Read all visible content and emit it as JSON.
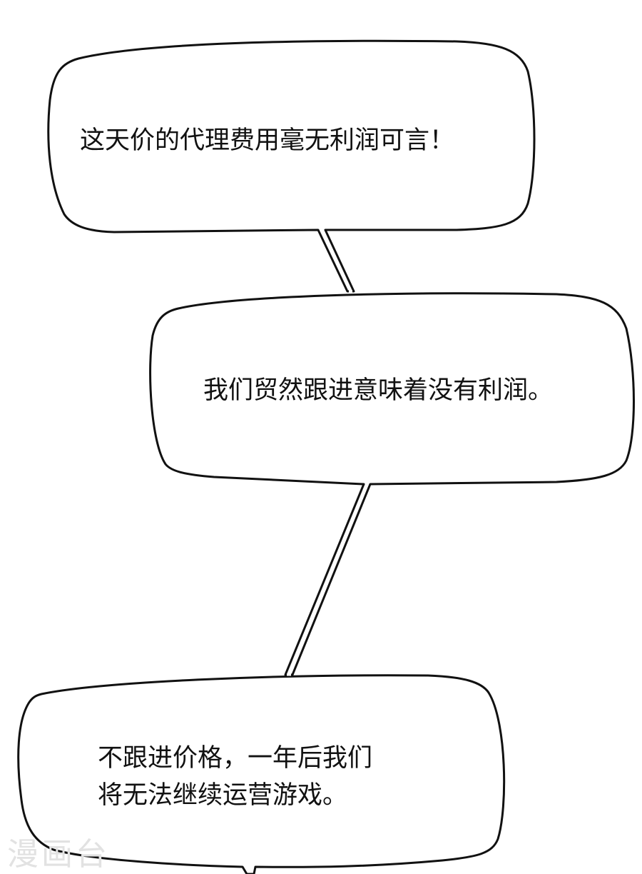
{
  "panel": {
    "background": "#ffffff",
    "stroke_color": "#111111"
  },
  "bubbles": [
    {
      "id": 1,
      "lines": [
        "这天价的代理费用毫无利润可言！"
      ]
    },
    {
      "id": 2,
      "lines": [
        "我们贸然跟进意味着没有利润。"
      ]
    },
    {
      "id": 3,
      "lines": [
        "不跟进价格，一年后我们",
        "将无法继续运营游戏。"
      ]
    }
  ],
  "watermark": {
    "text": "漫画台",
    "color": "#e2e2e2"
  }
}
